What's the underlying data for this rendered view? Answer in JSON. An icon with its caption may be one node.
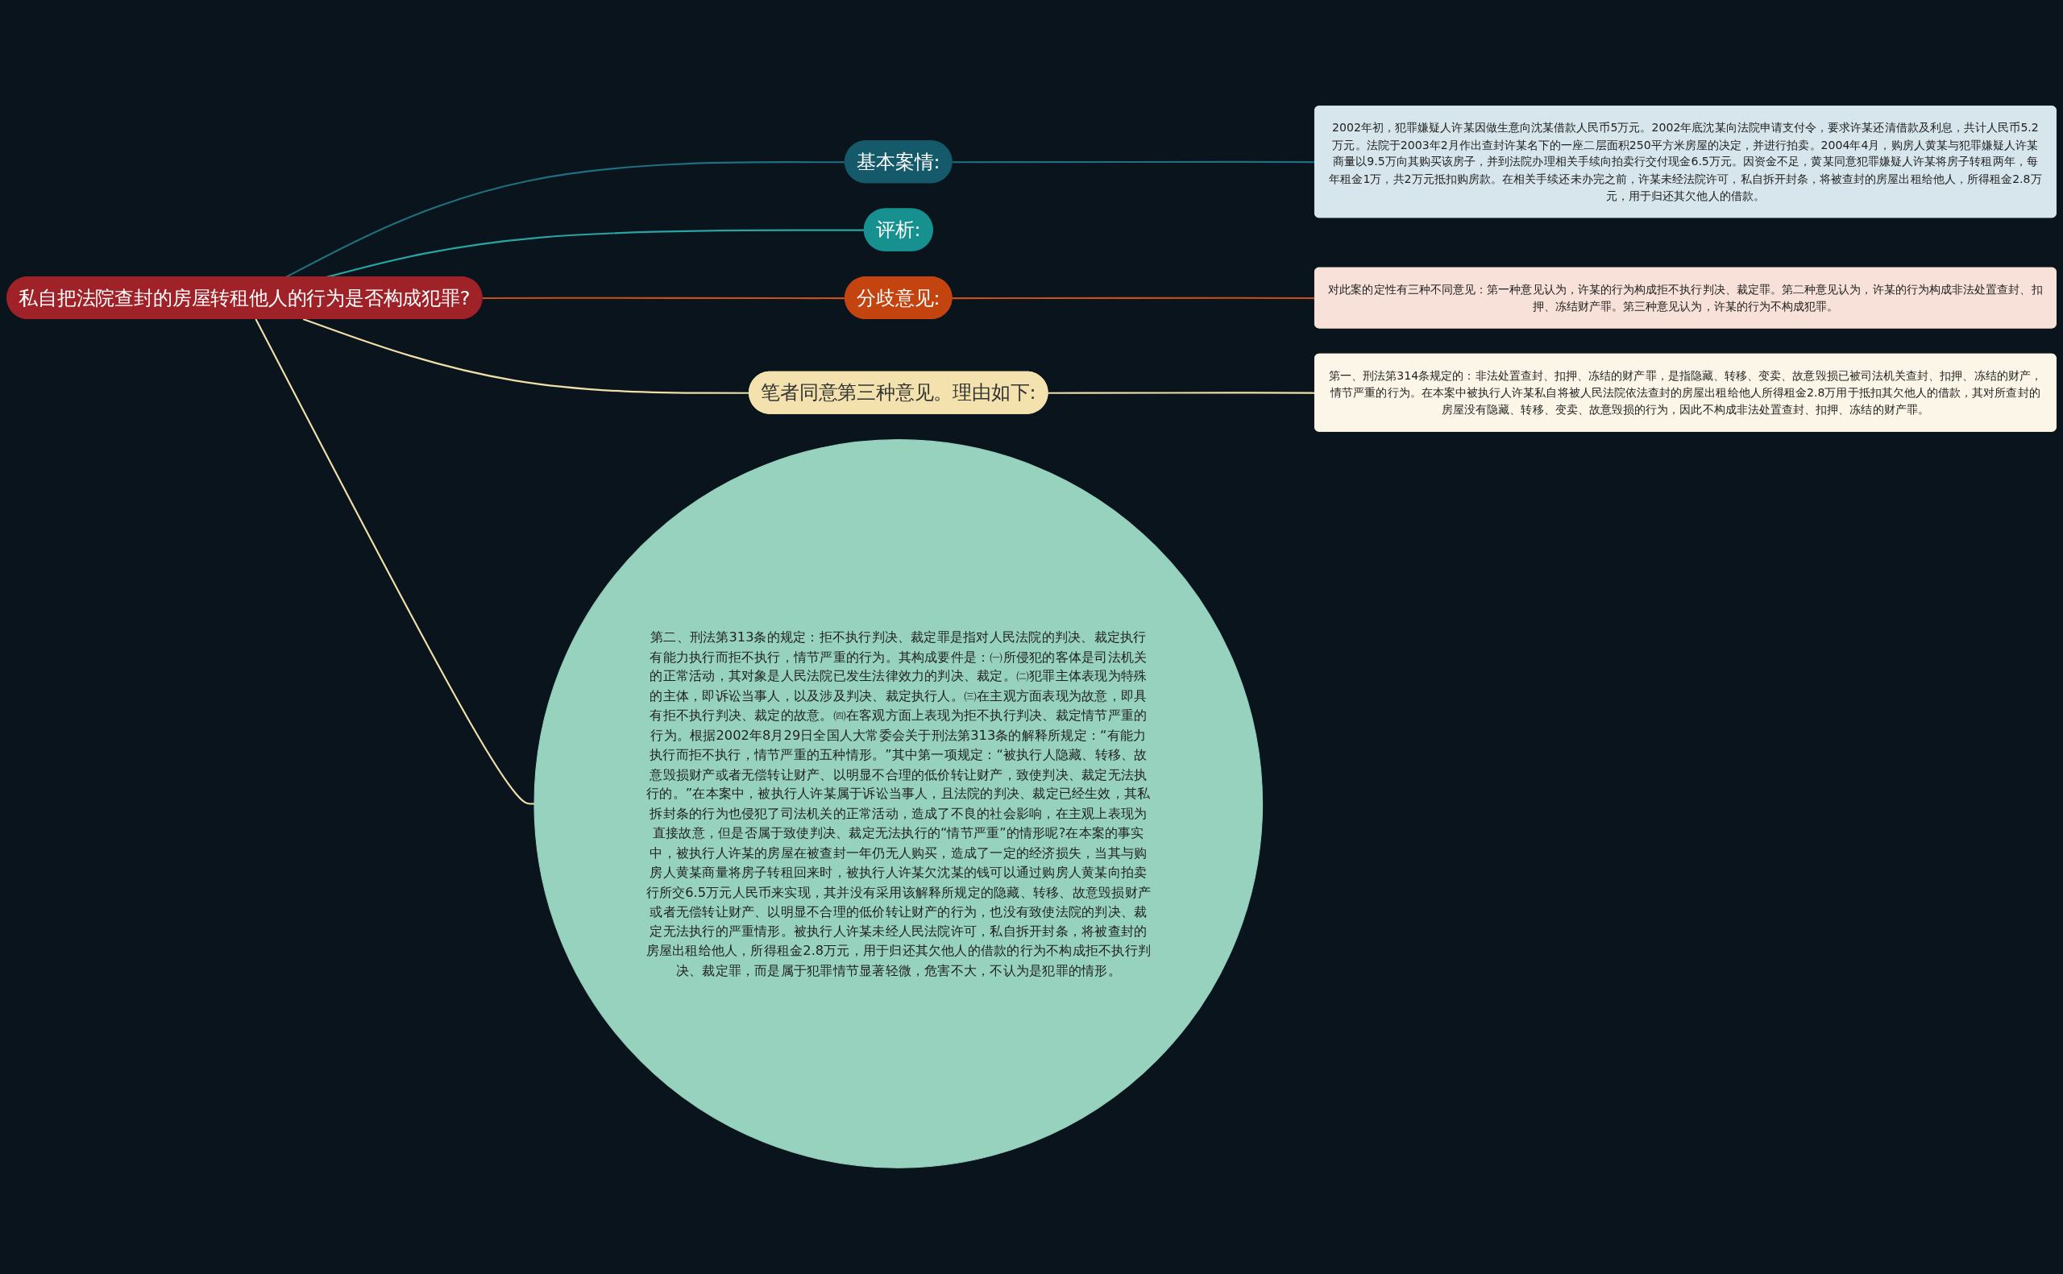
{
  "diagram": {
    "nodes": [
      {
        "text": [
          "私自把法院查封的房屋转租他人的行为是否构成犯罪?"
        ]
      },
      {
        "text": [
          "基本案情:"
        ]
      },
      {
        "text": [
          "2002年初，犯罪嫌疑人许某因做生意向沈某借款人民币5万元。2002年底沈某向法院申请支付令，要求许某还清借款及利息，共计人民币5.2万元。法院于2003年2月作出查封许某名下的一座二层面积250平方米房屋的决定，并进行拍卖。2004年4月，购房人黄某与犯罪嫌疑人许某商量以9.5万向其购买该房子，并到法院办理相关手续向拍卖行交付现金6.5万元。因资金不足，黄某同意犯罪嫌疑人许某将房子转租两年，每年租金1万，共2万元抵扣购房款。在相关手续还未办完之前，许某未经法院许可，私自拆开封条，将被查封的房屋出租给他人，所得租金2.8万元，用于归还其欠他人的借款。"
        ]
      },
      {
        "text": [
          "评析:"
        ]
      },
      {
        "text": [
          "分歧意见:"
        ]
      },
      {
        "text": [
          "对此案的定性有三种不同意见：第一种意见认为，许某的行为构成拒不执行判决、裁定罪。第二种意见认为，许某的行为构成非法处置查封、扣押、冻结财产罪。第三种意见认为，许某的行为不构成犯罪。"
        ]
      },
      {
        "text": [
          "笔者同意第三种意见。理由如下:"
        ]
      },
      {
        "text": [
          "第一、刑法第314条规定的：非法处置查封、扣押、冻结的财产罪，是指隐藏、转移、变卖、故意毁损已被司法机关查封、扣押、冻结的财产，情节严重的行为。在本案中被执行人许某私自将被人民法院依法查封的房屋出租给他人所得租金2.8万用于抵扣其欠他人的借款，其对所查封的房屋没有隐藏、转移、变卖、故意毁损的行为，因此不构成非法处置查封、扣押、冻结的财产罪。"
        ]
      },
      {
        "text": [
          "第二、刑法第313条的规定：拒不执行判决、裁定罪是指对人民法院的判决、裁定执行有能力执行而拒不执行，情节严重的行为。其构成要件是：㈠所侵犯的客体是司法机关的正常活动，其对象是人民法院已发生法律效力的判决、裁定。㈡犯罪主体表现为特殊的主体，即诉讼当事人，以及涉及判决、裁定执行人。㈢在主观方面表现为故意，即具有拒不执行判决、裁定的故意。㈣在客观方面上表现为拒不执行判决、裁定情节严重的行为。根据2002年8月29日全国人大常委会关于刑法第313条的解释所规定：“有能力执行而拒不执行，情节严重的五种情形。”其中第一项规定：“被执行人隐藏、转移、故意毁损财产或者无偿转让财产、以明显不合理的低价转让财产，致使判决、裁定无法执行的。”在本案中，被执行人许某属于诉讼当事人，且法院的判决、裁定已经生效，其私拆封条的行为也侵犯了司法机关的正常活动，造成了不良的社会影响，在主观上表现为直接故意，但是否属于致使判决、裁定无法执行的“情节严重”的情形呢?在本案的事实中，被执行人许某的房屋在被查封一年仍无人购买，造成了一定的经济损失，当其与购房人黄某商量将房子转租回来时，被执行人许某欠沈某的钱可以通过购房人黄某向拍卖行所交6.5万元人民币来实现，其并没有采用该解释所规定的隐藏、转移、故意毁损财产或者无偿转让财产、以明显不合理的低价转让财产的行为，也没有致使法院的判决、裁定无法执行的严重情形。被执行人许某未经人民法院许可，私自拆开封条，将被查封的房屋出租给他人，所得租金2.8万元，用于归还其欠他人的借款的行为不构成拒不执行判决、裁定罪，而是属于犯罪情节显著轻微，危害不大，不认为是犯罪的情形。"
        ]
      }
    ],
    "edges": [
      {
        "from": 0,
        "to": 1,
        "arrow": "none",
        "color": "#1f6f80"
      },
      {
        "from": 1,
        "to": 2,
        "arrow": "none",
        "color": "#1f6f80"
      },
      {
        "from": 0,
        "to": 3,
        "arrow": "none",
        "color": "#2aa3a3"
      },
      {
        "from": 0,
        "to": 4,
        "arrow": "none",
        "color": "#c8501a"
      },
      {
        "from": 4,
        "to": 5,
        "arrow": "none",
        "color": "#c8501a"
      },
      {
        "from": 0,
        "to": 6,
        "arrow": "none",
        "color": "#f0e0a8"
      },
      {
        "from": 6,
        "to": 7,
        "arrow": "none",
        "color": "#f0e0a8"
      },
      {
        "from": 0,
        "to": 8,
        "arrow": "none",
        "color": "#f0e0a8"
      }
    ]
  }
}
